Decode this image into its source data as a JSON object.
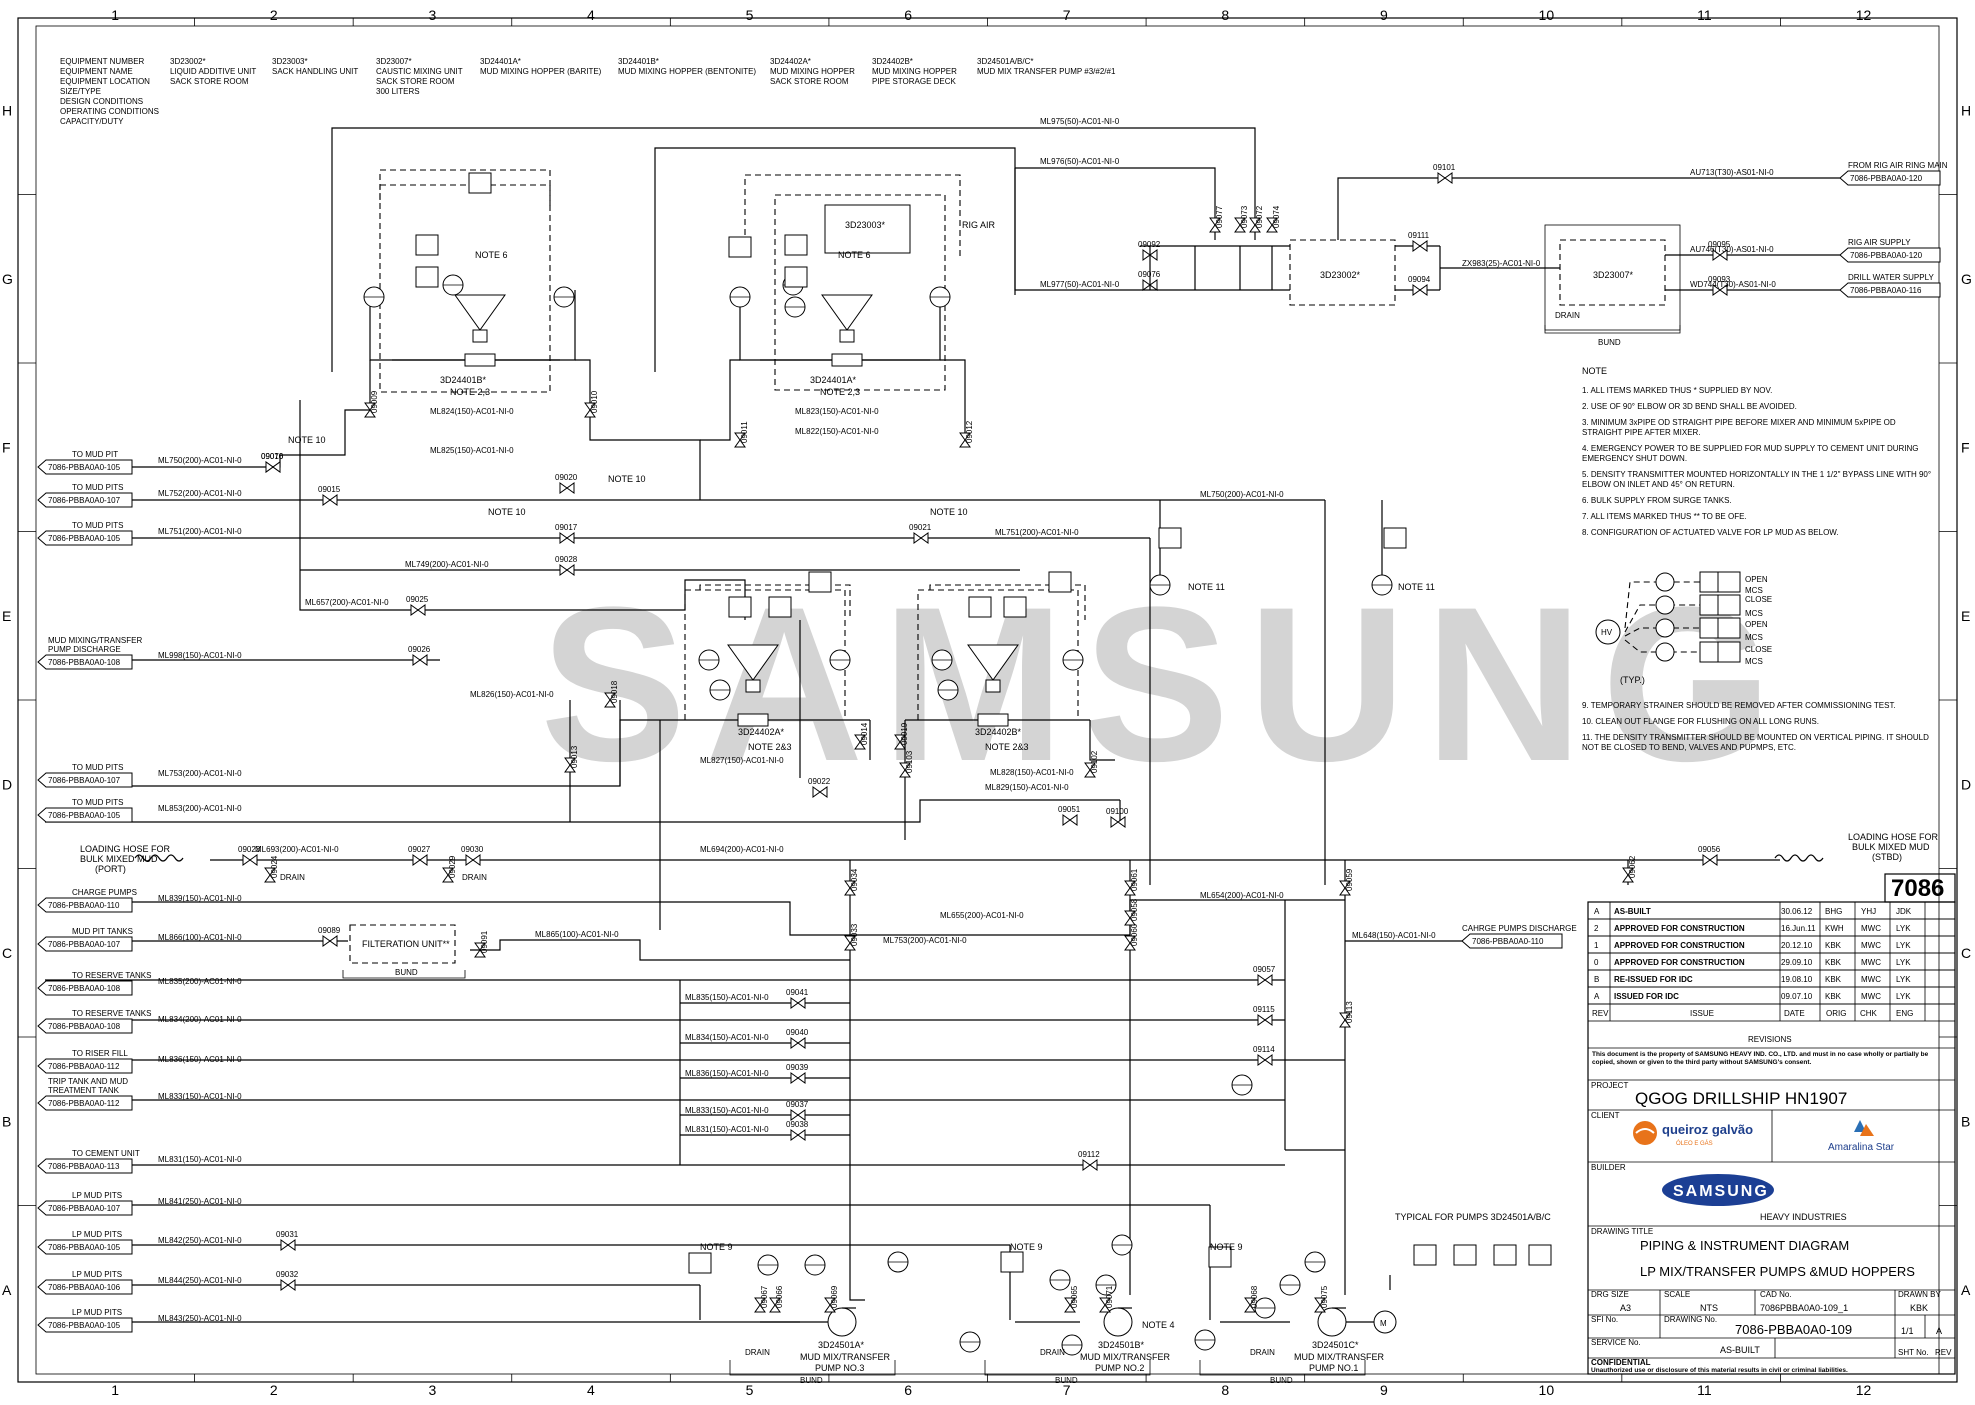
{
  "zone_columns": [
    "1",
    "2",
    "3",
    "4",
    "5",
    "6",
    "7",
    "8",
    "9",
    "10",
    "11",
    "12"
  ],
  "zone_rows": [
    "H",
    "G",
    "F",
    "E",
    "D",
    "C",
    "B",
    "A"
  ],
  "watermark": "SAMSUNG",
  "equipment_header": {
    "labels": [
      "EQUIPMENT NUMBER",
      "EQUIPMENT NAME",
      "EQUIPMENT LOCATION",
      "SIZE/TYPE",
      "DESIGN CONDITIONS",
      "OPERATING CONDITIONS",
      "CAPACITY/DUTY"
    ],
    "items": [
      {
        "number": "3D23002*",
        "lines": [
          "LIQUID ADDITIVE UNIT",
          "SACK STORE ROOM"
        ]
      },
      {
        "number": "3D23003*",
        "lines": [
          "SACK HANDLING UNIT"
        ]
      },
      {
        "number": "3D23007*",
        "lines": [
          "CAUSTIC MIXING UNIT",
          "SACK STORE ROOM",
          "300 LITERS"
        ]
      },
      {
        "number": "3D24401A*",
        "lines": [
          "MUD MIXING HOPPER (BARITE)"
        ]
      },
      {
        "number": "3D24401B*",
        "lines": [
          "MUD MIXING HOPPER (BENTONITE)"
        ]
      },
      {
        "number": "3D24402A*",
        "lines": [
          "MUD MIXING HOPPER",
          "SACK STORE ROOM"
        ]
      },
      {
        "number": "3D24402B*",
        "lines": [
          "MUD MIXING HOPPER",
          "PIPE STORAGE DECK"
        ]
      },
      {
        "number": "3D24501A/B/C*",
        "lines": [
          "MUD MIX TRANSFER PUMP #3/#2/#1"
        ]
      }
    ]
  },
  "left_connections": [
    {
      "title": "TO MUD PIT",
      "ref": "7086-PBBA0A0-105",
      "line": "ML750(200)-AC01-NI-0"
    },
    {
      "title": "TO MUD PITS",
      "ref": "7086-PBBA0A0-107",
      "line": "ML752(200)-AC01-NI-0"
    },
    {
      "title": "TO MUD PITS",
      "ref": "7086-PBBA0A0-105",
      "line": "ML751(200)-AC01-NI-0"
    },
    {
      "title": "MUD MIXING/TRANSFER PUMP DISCHARGE",
      "ref": "7086-PBBA0A0-108",
      "line": "ML998(150)-AC01-NI-0"
    },
    {
      "title": "TO MUD PITS",
      "ref": "7086-PBBA0A0-107",
      "line": "ML753(200)-AC01-NI-0"
    },
    {
      "title": "TO MUD PITS",
      "ref": "7086-PBBA0A0-105",
      "line": "ML853(200)-AC01-NI-0"
    },
    {
      "title": "CHARGE PUMPS",
      "ref": "7086-PBBA0A0-110",
      "line": "ML839(150)-AC01-NI-0"
    },
    {
      "title": "MUD PIT TANKS",
      "ref": "7086-PBBA0A0-107",
      "line": "ML866(100)-AC01-NI-0"
    },
    {
      "title": "TO RESERVE TANKS",
      "ref": "7086-PBBA0A0-108",
      "line": "ML835(200)-AC01-NI-0"
    },
    {
      "title": "TO RESERVE TANKS",
      "ref": "7086-PBBA0A0-108",
      "line": "ML834(200)-AC01-NI-0"
    },
    {
      "title": "TO RISER FILL",
      "ref": "7086-PBBA0A0-112",
      "line": "ML836(150)-AC01-NI-0"
    },
    {
      "title": "TRIP TANK AND MUD TREATMENT TANK",
      "ref": "7086-PBBA0A0-112",
      "line": "ML833(150)-AC01-NI-0"
    },
    {
      "title": "TO CEMENT UNIT",
      "ref": "7086-PBBA0A0-113",
      "line": "ML831(150)-AC01-NI-0"
    },
    {
      "title": "LP MUD PITS",
      "ref": "7086-PBBA0A0-107",
      "line": "ML841(250)-AC01-NI-0"
    },
    {
      "title": "LP MUD PITS",
      "ref": "7086-PBBA0A0-105",
      "line": "ML842(250)-AC01-NI-0"
    },
    {
      "title": "LP MUD PITS",
      "ref": "7086-PBBA0A0-106",
      "line": "ML844(250)-AC01-NI-0"
    },
    {
      "title": "LP MUD PITS",
      "ref": "7086-PBBA0A0-105",
      "line": "ML843(250)-AC01-NI-0"
    }
  ],
  "right_connections": [
    {
      "title": "FROM RIG AIR RING MAIN",
      "ref": "7086-PBBA0A0-120",
      "line": "AU713(T30)-AS01-NI-0"
    },
    {
      "title": "RIG AIR SUPPLY",
      "ref": "7086-PBBA0A0-120",
      "line": "AU746(T30)-AS01-NI-0"
    },
    {
      "title": "DRILL WATER SUPPLY",
      "ref": "7086-PBBA0A0-116",
      "line": "WD744(T30)-AS01-NI-0"
    },
    {
      "title": "CAHRGE PUMPS DISCHARGE",
      "ref": "7086-PBBA0A0-110",
      "line": "ML648(150)-AC01-NI-0"
    }
  ],
  "line_labels": {
    "ml975": "ML975(50)-AC01-NI-0",
    "ml976": "ML976(50)-AC01-NI-0",
    "ml977": "ML977(50)-AC01-NI-0",
    "ml824": "ML824(150)-AC01-NI-0",
    "ml825": "ML825(150)-AC01-NI-0",
    "ml823": "ML823(150)-AC01-NI-0",
    "ml822": "ML822(150)-AC01-NI-0",
    "ml750r": "ML750(200)-AC01-NI-0",
    "ml751r": "ML751(200)-AC01-NI-0",
    "ml749": "ML749(200)-AC01-NI-0",
    "ml657": "ML657(200)-AC01-NI-0",
    "ml826": "ML826(150)-AC01-NI-0",
    "ml827": "ML827(150)-AC01-NI-0",
    "ml828": "ML828(150)-AC01-NI-0",
    "ml829": "ML829(150)-AC01-NI-0",
    "ml693": "ML693(200)-AC01-NI-0",
    "ml694": "ML694(200)-AC01-NI-0",
    "ml655": "ML655(200)-AC01-NI-0",
    "ml654": "ML654(200)-AC01-NI-0",
    "ml753b": "ML753(200)-AC01-NI-0",
    "ml865": "ML865(100)-AC01-NI-0",
    "ml835b": "ML835(150)-AC01-NI-0",
    "ml834b": "ML834(150)-AC01-NI-0",
    "ml836b": "ML836(150)-AC01-NI-0",
    "ml833b": "ML833(150)-AC01-NI-0",
    "ml831b": "ML831(150)-AC01-NI-0",
    "zx983": "ZX983(25)-AC01-NI-0",
    "rigair": "RIG AIR"
  },
  "loading_hoses": {
    "left": [
      "LOADING HOSE FOR",
      "BULK MIXED MUD",
      "(PORT)"
    ],
    "right": [
      "LOADING HOSE FOR",
      "BULK MIXED MUD",
      "(STBD)"
    ]
  },
  "equipment_tags": {
    "hopper_b": "3D24401B*",
    "hopper_a": "3D24401A*",
    "hopper_2a": "3D24402A*",
    "hopper_2b": "3D24402B*",
    "sack": "3D23003*",
    "liquid": "3D23002*",
    "caustic": "3D23007*",
    "note23": "NOTE 2,3",
    "note23b": "NOTE 2&3",
    "note6": "NOTE 6",
    "pump3": "3D24501A*",
    "pump2": "3D24501B*",
    "pump1": "3D24501C*",
    "pump_name": "MUD MIX/TRANSFER",
    "pump3_no": "PUMP NO.3",
    "pump2_no": "PUMP NO.2",
    "pump1_no": "PUMP NO.1",
    "filtration": "FILTERATION UNIT**",
    "bund": "BUND",
    "drain": "DRAIN",
    "typical": "TYPICAL FOR PUMPS 3D24501A/B/C",
    "note4": "NOTE 4",
    "note9": "NOTE 9",
    "note10": "NOTE 10",
    "note11": "NOTE 11"
  },
  "valve_tags": [
    "09016",
    "09015",
    "09017",
    "09020",
    "09028",
    "09025",
    "09026",
    "09018",
    "09013",
    "09022",
    "09014",
    "09021",
    "09019",
    "09011",
    "09012",
    "09010",
    "09009",
    "09023",
    "09024",
    "09027",
    "09029",
    "09030",
    "09089",
    "09091",
    "09041",
    "09040",
    "09039",
    "09037",
    "09038",
    "09031",
    "09032",
    "09034",
    "09033",
    "09061",
    "09060",
    "09058",
    "09059",
    "09056",
    "09062",
    "09057",
    "09115",
    "09114",
    "09113",
    "09112",
    "09051",
    "09100",
    "09103",
    "09102",
    "09101",
    "09111",
    "09094",
    "09095",
    "09093",
    "09092",
    "09076",
    "09077",
    "09073",
    "09072",
    "09074",
    "09075",
    "09071",
    "09069",
    "09067",
    "09066",
    "09065",
    "09068",
    "09070"
  ],
  "notes": {
    "heading": "NOTE",
    "items": [
      "1. ALL ITEMS MARKED THUS * SUPPLIED BY NOV.",
      "2. USE OF 90° ELBOW OR 3D BEND SHALL BE AVOIDED.",
      "3. MINIMUM 3xPIPE OD STRAIGHT PIPE BEFORE MIXER AND MINIMUM 5xPIPE OD|   STRAIGHT PIPE AFTER MIXER.",
      "4. EMERGENCY POWER TO BE SUPPLIED FOR MUD SUPPLY TO CEMENT UNIT DURING|   EMERGENCY SHUT DOWN.",
      "5. DENSITY TRANSMITTER MOUNTED HORIZONTALLY IN THE 1 1/2\" BYPASS LINE WITH 90°|   ELBOW ON INLET AND 45° ON RETURN.",
      "6. BULK SUPPLY FROM SURGE TANKS.",
      "7. ALL ITEMS MARKED THUS ** TO BE OFE.",
      "8. CONFIGURATION OF ACTUATED VALVE FOR LP MUD AS BELOW.",
      "9. TEMPORARY STRAINER SHOULD BE REMOVED AFTER COMMISSIONING TEST.",
      "10. CLEAN OUT FLANGE FOR FLUSHING ON ALL LONG RUNS.",
      "11. THE DENSITY TRANSMITTER SHOULD BE MOUNTED ON VERTICAL PIPING. IT SHOULD|    NOT BE CLOSED TO BEND, VALVES AND PUPMPS, ETC."
    ],
    "typ": "(TYP.)",
    "open": "OPEN",
    "close": "CLOSE",
    "mcs": "MCS"
  },
  "title_block": {
    "sheet_code": "7086",
    "revisions": [
      {
        "rev": "A",
        "issue": "AS-BUILT",
        "date": "30.06.12",
        "orig": "BHG",
        "chk": "YHJ",
        "eng": "JDK"
      },
      {
        "rev": "2",
        "issue": "APPROVED FOR CONSTRUCTION",
        "date": "16.Jun.11",
        "orig": "KWH",
        "chk": "MWC",
        "eng": "LYK"
      },
      {
        "rev": "1",
        "issue": "APPROVED FOR CONSTRUCTION",
        "date": "20.12.10",
        "orig": "KBK",
        "chk": "MWC",
        "eng": "LYK"
      },
      {
        "rev": "0",
        "issue": "APPROVED FOR CONSTRUCTION",
        "date": "29.09.10",
        "orig": "KBK",
        "chk": "MWC",
        "eng": "LYK"
      },
      {
        "rev": "B",
        "issue": "RE-ISSUED FOR IDC",
        "date": "19.08.10",
        "orig": "KBK",
        "chk": "MWC",
        "eng": "LYK"
      },
      {
        "rev": "A",
        "issue": "ISSUED FOR IDC",
        "date": "09.07.10",
        "orig": "KBK",
        "chk": "MWC",
        "eng": "LYK"
      }
    ],
    "rev_headers": [
      "REV",
      "ISSUE",
      "DATE",
      "ORIG",
      "CHK",
      "ENG"
    ],
    "revisions_label": "REVISIONS",
    "disclaimer": "This document is the property of SAMSUNG HEAVY IND. CO., LTD. and must in no case wholly or partially be copied, shown or given to the third party without SAMSUNG's consent.",
    "project_label": "PROJECT",
    "project": "QGOG DRILLSHIP HN1907",
    "client_label": "CLIENT",
    "client1": "queiroz galvão",
    "client1_sub": "ÓLEO E GÁS",
    "client2": "Amaralina Star",
    "builder_label": "BUILDER",
    "builder": "SAMSUNG",
    "builder_sub": "HEAVY INDUSTRIES",
    "drawing_title_label": "DRAWING TITLE",
    "title1": "PIPING & INSTRUMENT DIAGRAM",
    "title2": "LP MIX/TRANSFER PUMPS &MUD HOPPERS",
    "drg_size_label": "DRG SIZE",
    "drg_size": "A3",
    "scale_label": "SCALE",
    "scale": "NTS",
    "cad_label": "CAD No.",
    "cad": "7086PBBA0A0-109_1",
    "drawn_label": "DRAWN BY",
    "drawn": "KBK",
    "sfi_label": "SFI No.",
    "drawing_no_label": "DRAWING No.",
    "drawing_no": "7086-PBBA0A0-109",
    "sheets": "1/1",
    "rev": "A",
    "service_label": "SERVICE No.",
    "status": "AS-BUILT",
    "sht_label": "SHT No.",
    "rev_label": "REV",
    "confidential_label": "CONFIDENTIAL",
    "confidential": "Unauthorized use or disclosure of this material results in civil or criminal liabilities."
  }
}
